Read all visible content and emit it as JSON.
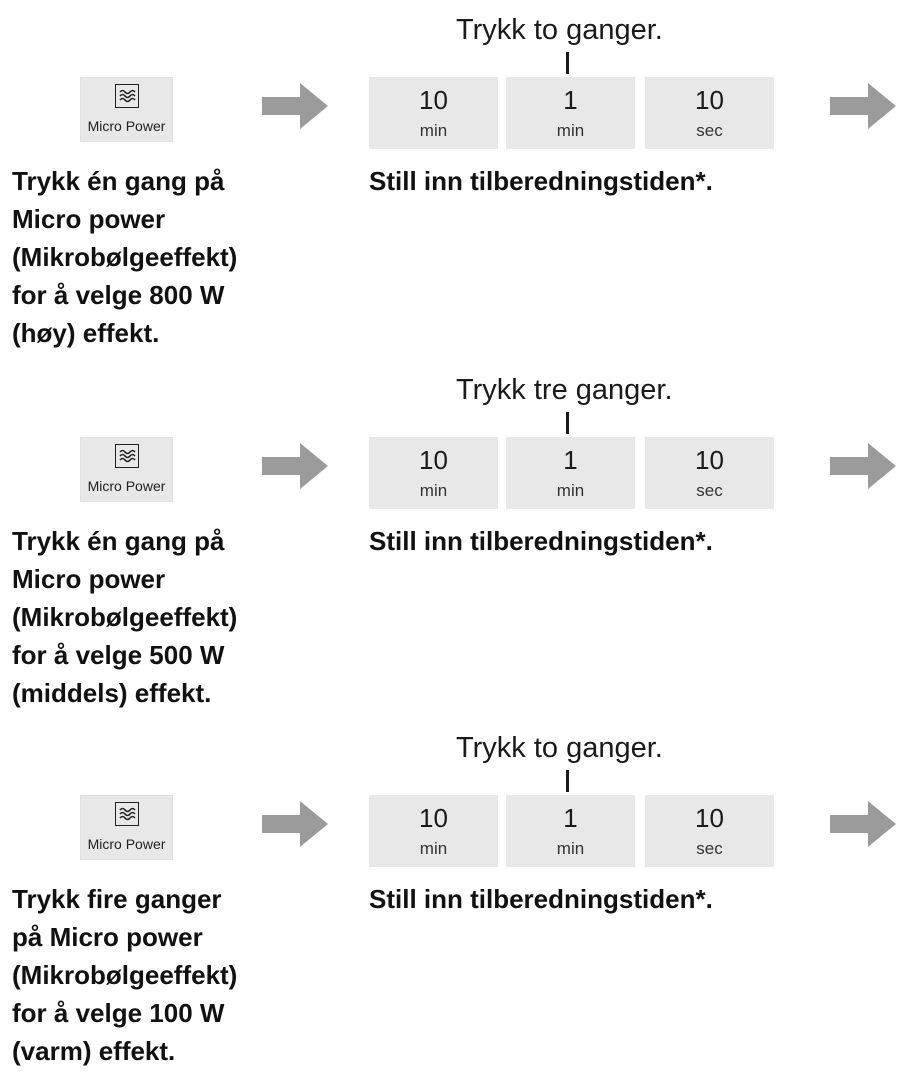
{
  "colors": {
    "button_bg": "#e8e8e8",
    "arrow": "#9b9b9b",
    "text": "#111111"
  },
  "steps": [
    {
      "press_note": "Trykk to ganger.",
      "micro_button_label": "Micro Power",
      "micro_button_icon": "wave-icon",
      "time_buttons": [
        {
          "value": "10",
          "unit": "min"
        },
        {
          "value": "1",
          "unit": "min"
        },
        {
          "value": "10",
          "unit": "sec"
        }
      ],
      "left_instruction": "Trykk én gang på\nMicro power\n(Mikrobølgeeffekt)\nfor å velge 800 W\n(høy) effekt.",
      "right_instruction": "Still inn tilberedningstiden*."
    },
    {
      "press_note": "Trykk tre ganger.",
      "micro_button_label": "Micro Power",
      "micro_button_icon": "wave-icon",
      "time_buttons": [
        {
          "value": "10",
          "unit": "min"
        },
        {
          "value": "1",
          "unit": "min"
        },
        {
          "value": "10",
          "unit": "sec"
        }
      ],
      "left_instruction": "Trykk én gang på\nMicro power\n(Mikrobølgeeffekt)\nfor å velge 500 W\n(middels) effekt.",
      "right_instruction": "Still inn tilberedningstiden*."
    },
    {
      "press_note": "Trykk to ganger.",
      "micro_button_label": "Micro Power",
      "micro_button_icon": "wave-icon",
      "time_buttons": [
        {
          "value": "10",
          "unit": "min"
        },
        {
          "value": "1",
          "unit": "min"
        },
        {
          "value": "10",
          "unit": "sec"
        }
      ],
      "left_instruction": "Trykk fire ganger\npå Micro power\n(Mikrobølgeeffekt)\nfor å velge 100 W\n(varm) effekt.",
      "right_instruction": "Still inn tilberedningstiden*."
    }
  ]
}
